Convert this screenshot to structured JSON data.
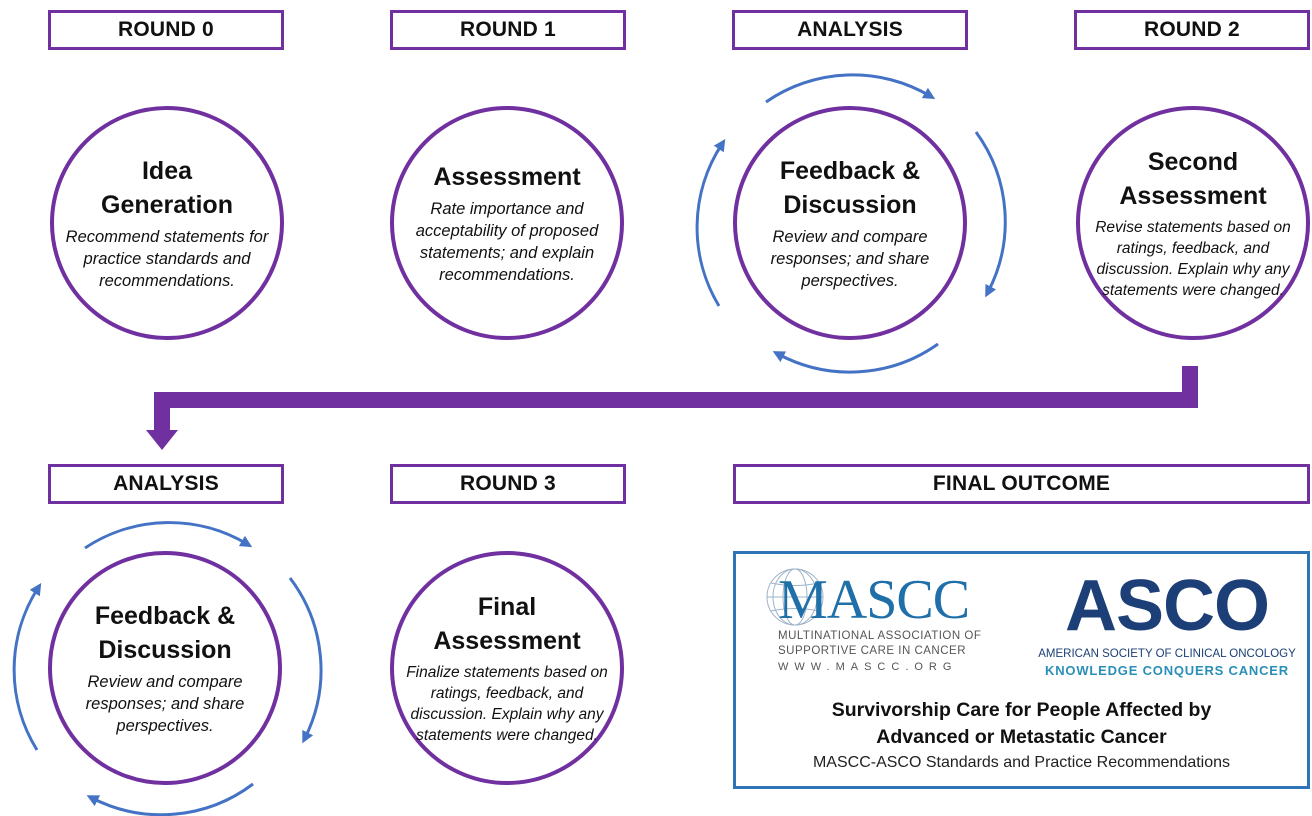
{
  "colors": {
    "purple": "#7030a0",
    "blue_arrow": "#4472c4",
    "frame_blue": "#2e75b6"
  },
  "stages": [
    {
      "label": "ROUND 0",
      "title": "Idea Generation",
      "description": "Recommend statements for practice standards and recommendations."
    },
    {
      "label": "ROUND 1",
      "title": "Assessment",
      "description": "Rate importance and acceptability of proposed statements; and explain recommendations."
    },
    {
      "label": "ANALYSIS",
      "title": "Feedback & Discussion",
      "description": "Review and compare responses; and share perspectives."
    },
    {
      "label": "ROUND 2",
      "title": "Second Assessment",
      "description": "Revise statements based on ratings, feedback, and discussion. Explain why any statements were changed."
    },
    {
      "label": "ANALYSIS",
      "title": "Feedback & Discussion",
      "description": "Review and compare responses; and share perspectives."
    },
    {
      "label": "ROUND 3",
      "title": "Final Assessment",
      "description": "Finalize statements based on ratings, feedback, and discussion. Explain why any statements were changed."
    }
  ],
  "final_outcome": {
    "label": "FINAL OUTCOME",
    "mascc": {
      "wordmark": "MASCC",
      "line1": "MULTINATIONAL ASSOCIATION OF",
      "line2": "SUPPORTIVE CARE IN CANCER",
      "url": "WWW.MASCC.ORG"
    },
    "asco": {
      "wordmark": "ASCO",
      "subtitle": "AMERICAN SOCIETY OF CLINICAL ONCOLOGY",
      "tagline": "KNOWLEDGE CONQUERS CANCER"
    },
    "title_line1": "Survivorship Care for People Affected by",
    "title_line2": "Advanced or Metastatic Cancer",
    "subtitle": "MASCC-ASCO Standards and Practice Recommendations"
  }
}
